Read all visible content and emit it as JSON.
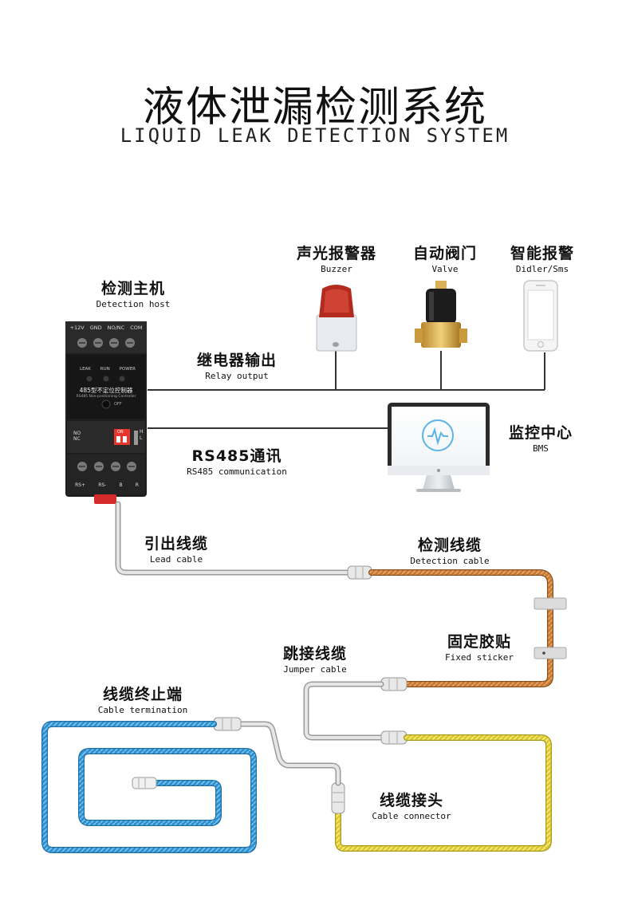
{
  "title": {
    "cn": "液体泄漏检测系统",
    "en": "LIQUID LEAK DETECTION SYSTEM"
  },
  "labels": {
    "host": {
      "cn": "检测主机",
      "en": "Detection host"
    },
    "buzzer": {
      "cn": "声光报警器",
      "en": "Buzzer"
    },
    "valve": {
      "cn": "自动阀门",
      "en": "Valve"
    },
    "sms": {
      "cn": "智能报警",
      "en": "Didler/Sms"
    },
    "relay": {
      "cn": "继电器输出",
      "en": "Relay output"
    },
    "bms": {
      "cn": "监控中心",
      "en": "BMS"
    },
    "rs485": {
      "cn": "RS485通讯",
      "en": "RS485 communication"
    },
    "lead": {
      "cn": "引出线缆",
      "en": "Lead cable"
    },
    "detection_cable": {
      "cn": "检测线缆",
      "en": "Detection cable"
    },
    "sticker": {
      "cn": "固定胶贴",
      "en": "Fixed sticker"
    },
    "jumper": {
      "cn": "跳接线缆",
      "en": "Jumper cable"
    },
    "termination": {
      "cn": "线缆终止端",
      "en": "Cable termination"
    },
    "connector": {
      "cn": "线缆接头",
      "en": "Cable connector"
    }
  },
  "device": {
    "terminals_top": [
      "+12V",
      "GND",
      "NO/NC",
      "COM"
    ],
    "leds": [
      "LEAK",
      "RUN",
      "POWER"
    ],
    "model_cn": "485型不定位控制器",
    "model_en": "RS485 Non-positioning Controller",
    "off_label": "OFF",
    "nonc_label": "NO\nNC",
    "dip_on": "ON",
    "hl_label": "H\nL",
    "terminals_bottom": [
      "RS+",
      "RS-",
      "B",
      "R"
    ]
  },
  "colors": {
    "lead_cable": "#d9d9d9",
    "detection_cable": "#c87a35",
    "jumper_cable": "#d9d9d9",
    "blue_cable": "#3aa0dc",
    "yellow_cable": "#e6d634",
    "wire": "#333333",
    "device": "#1e1e1e"
  }
}
